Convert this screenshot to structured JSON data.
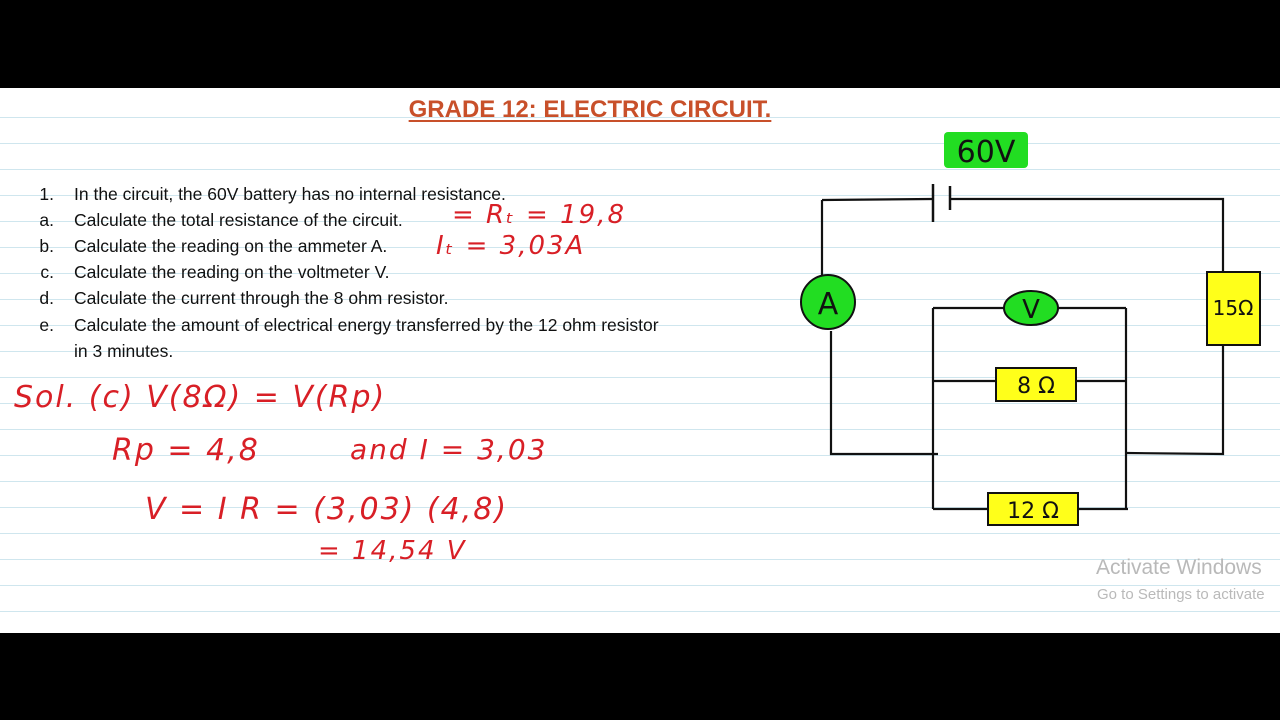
{
  "title": "GRADE 12: ELECTRIC CIRCUIT.",
  "questions": [
    {
      "label": "1.",
      "text": "In the circuit, the 60V battery has no internal resistance."
    },
    {
      "label": "a.",
      "text": "Calculate the total resistance of the circuit."
    },
    {
      "label": "b.",
      "text": "Calculate the reading on the ammeter A."
    },
    {
      "label": "c.",
      "text": "Calculate the reading on the voltmeter V."
    },
    {
      "label": "d.",
      "text": "Calculate the current through the 8 ohm resistor."
    },
    {
      "label": "e.",
      "text": "Calculate the amount of electrical energy transferred by the 12 ohm resistor"
    },
    {
      "label": "",
      "text": "in 3 minutes."
    }
  ],
  "handwriting": {
    "answer_a": "= Rₜ = 19,8",
    "answer_b": "Iₜ = 3,03A",
    "sol_line1": "Sol. (c)  V(8Ω)  =  V(Rp)",
    "sol_line2_left": "Rp = 4,8",
    "sol_line2_right": "and  I = 3,03",
    "sol_line3": "V = I R  =  (3,03) (4,8)",
    "sol_line4": "=  14,54 V"
  },
  "circuit": {
    "battery_label": "60V",
    "ammeter_label": "A",
    "voltmeter_label": "V",
    "resistor_15": "15Ω",
    "resistor_8": "8 Ω",
    "resistor_12": "12 Ω",
    "highlight_color": "#ffff1a",
    "meter_color": "#22dd22"
  },
  "watermark": {
    "line1": "Activate Windows",
    "line2": "Go to Settings to activate"
  }
}
